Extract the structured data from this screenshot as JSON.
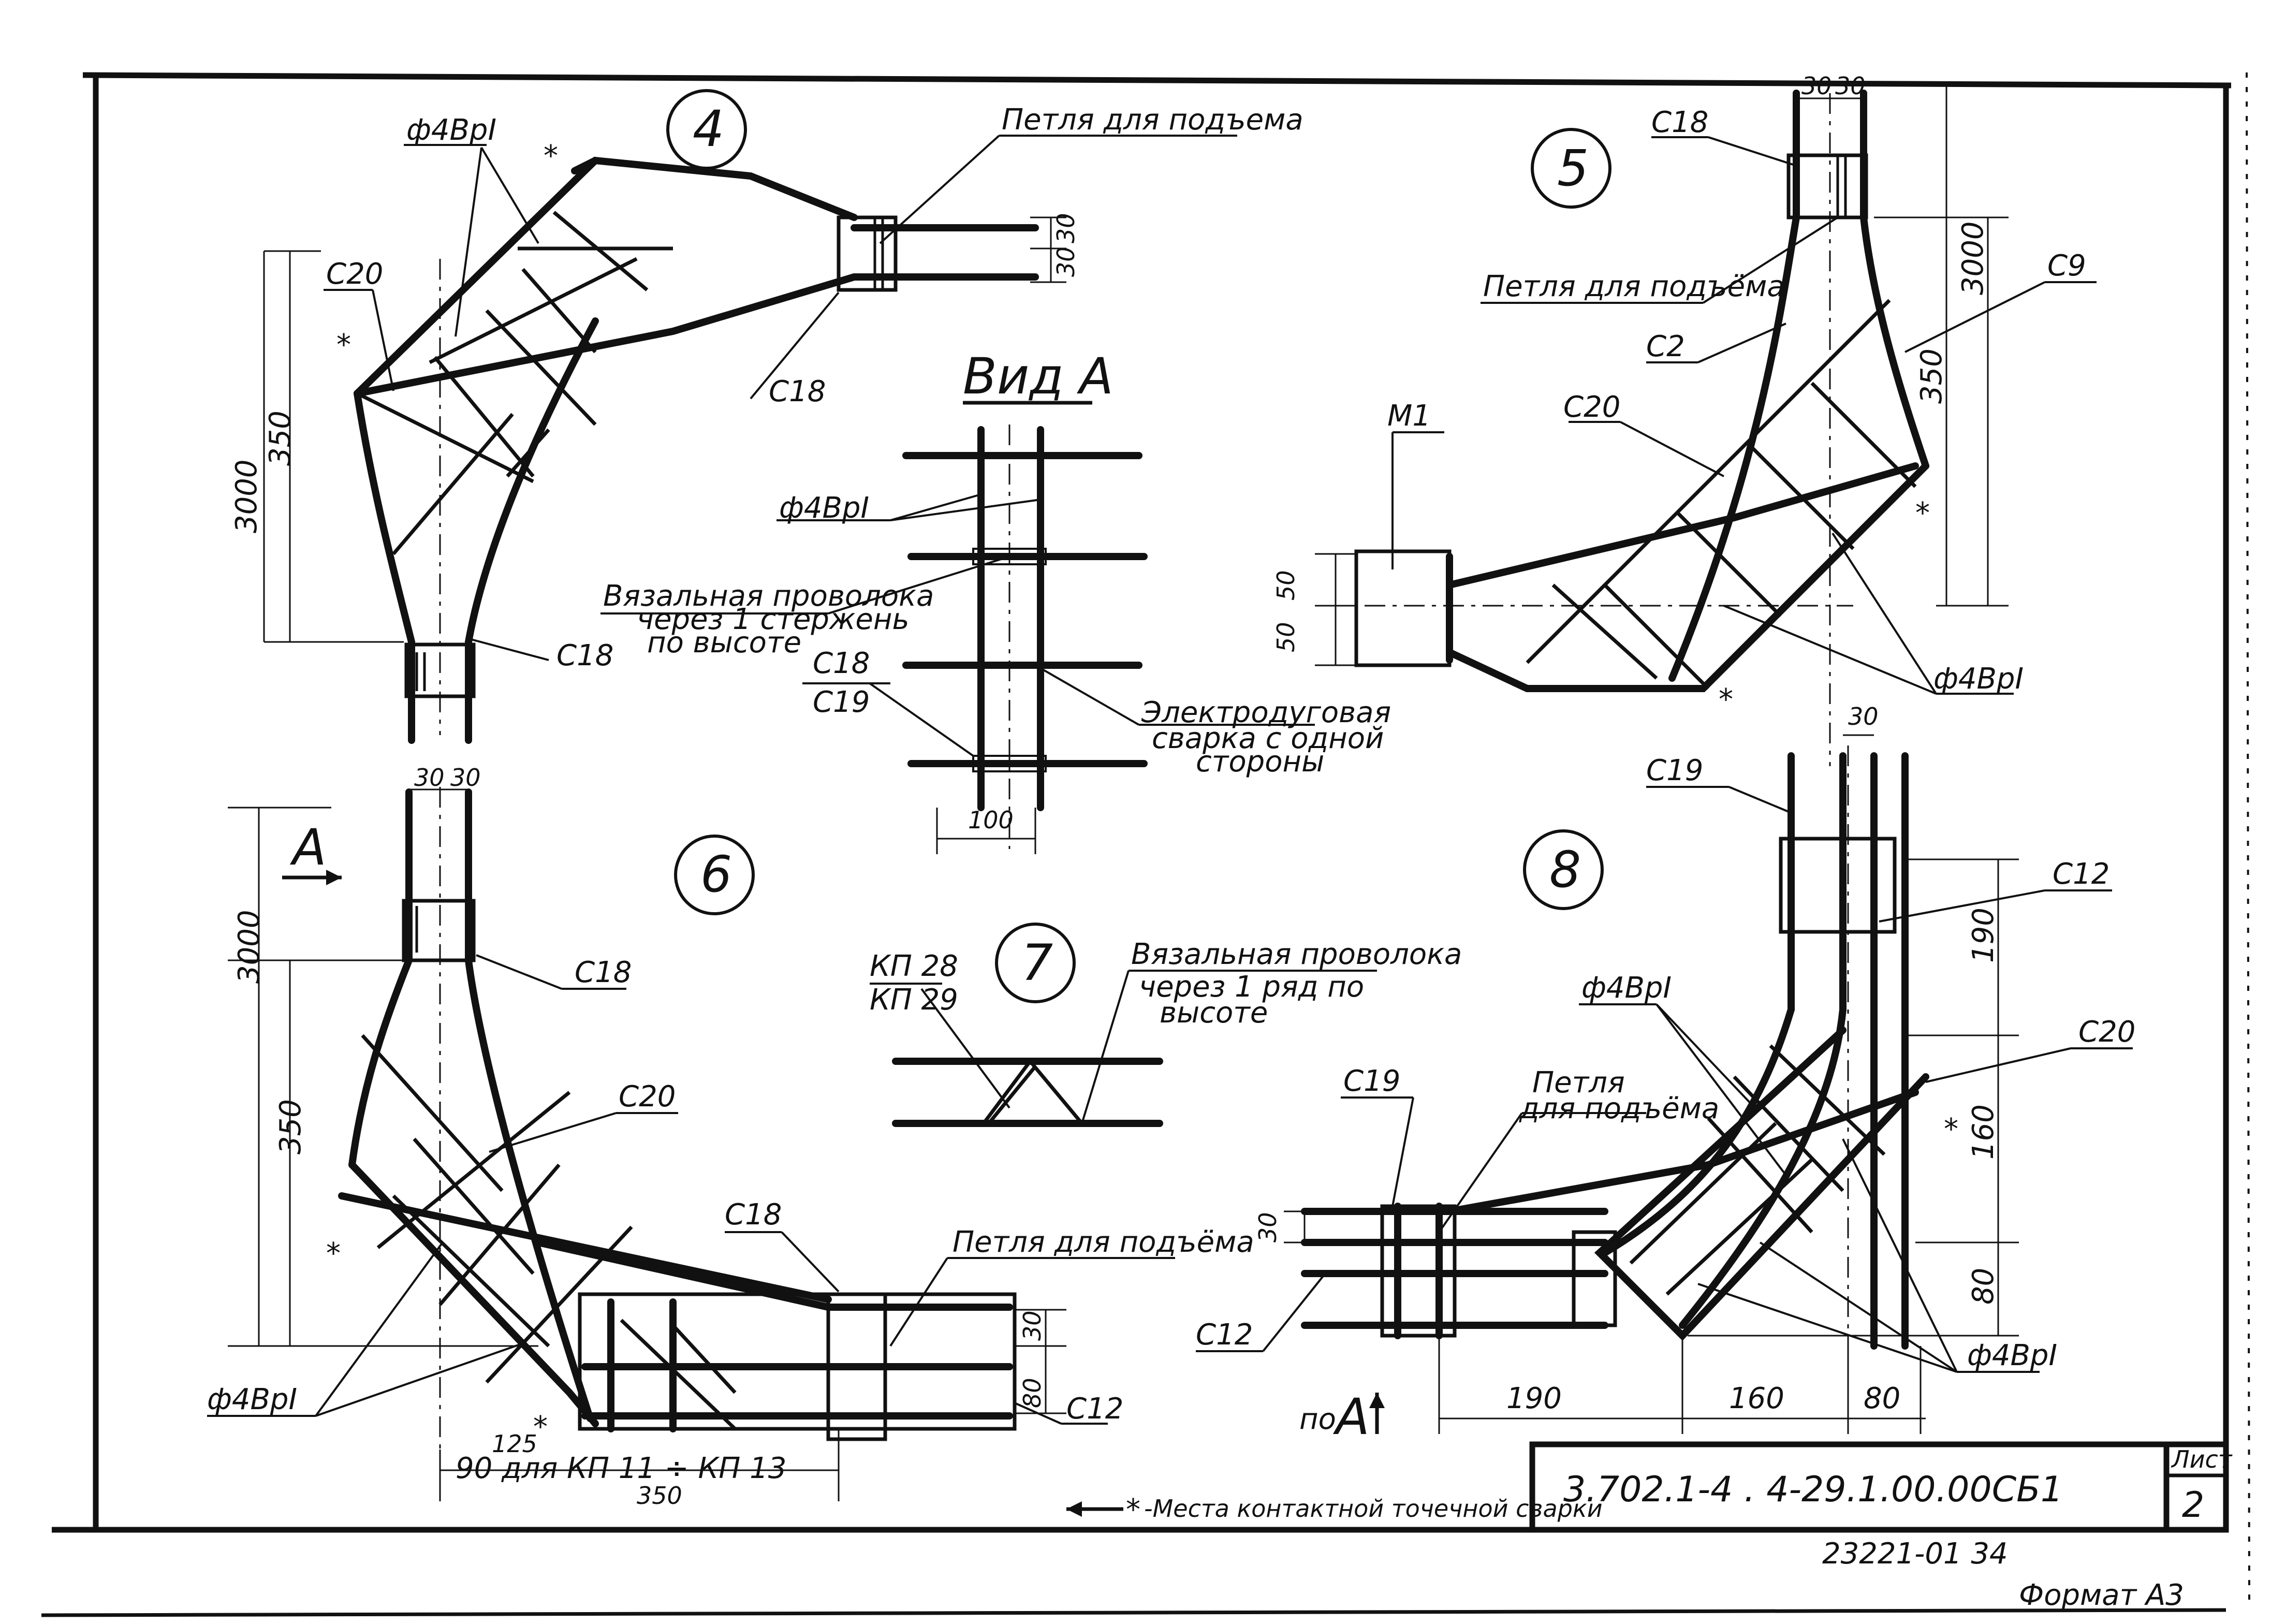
{
  "detail_numbers": {
    "d4": "4",
    "d5": "5",
    "d6": "6",
    "d7": "7",
    "d8": "8"
  },
  "labels": {
    "phi4_bp": "ф4ВрI",
    "c18": "С18",
    "c19": "С19",
    "c20": "С20",
    "c2": "С2",
    "c9": "С9",
    "c12": "С12",
    "m1": "М1",
    "loop_lift_1": "Петля для подъема",
    "loop_lift_2": "Петля для подъёма",
    "loop_short_1": "Петля",
    "loop_short_2": "для подъёма",
    "view_a": "Вид А",
    "view_a_arrow": "А",
    "by_a_prefix": "по",
    "by_a_letter": "А",
    "wire_1": "Вязальная проволока",
    "wire_2": "через 1 стержень",
    "wire_3": "по высоте",
    "arc_1": "Электродуговая",
    "arc_2": "сварка с одной",
    "arc_3": "стороны",
    "c18_c19_top": "С18",
    "c19_bottom": "С19",
    "kp_1": "КП 28",
    "kp_2": "КП 29",
    "wire7_1": "Вязальная проволока",
    "wire7_2": "через 1 ряд по",
    "wire7_3": "высоте",
    "for_kp": "90 для КП 11 ÷ КП 13",
    "legend_text": "-Места контактной точечной сварки",
    "legend_mark": "*"
  },
  "dimensions": {
    "d3000": "3000",
    "d350": "350",
    "d30": "30",
    "d50": "50",
    "d100": "100",
    "d190": "190",
    "d160": "160",
    "d80": "80",
    "d125": "125"
  },
  "title_block": {
    "code": "3.702.1-4 .  4-29.1.00.00СБ1",
    "sheet_label": "Лист",
    "sheet_number": "2"
  },
  "footer": {
    "inventory": "23221-01   34",
    "format": "Формат  А3"
  }
}
